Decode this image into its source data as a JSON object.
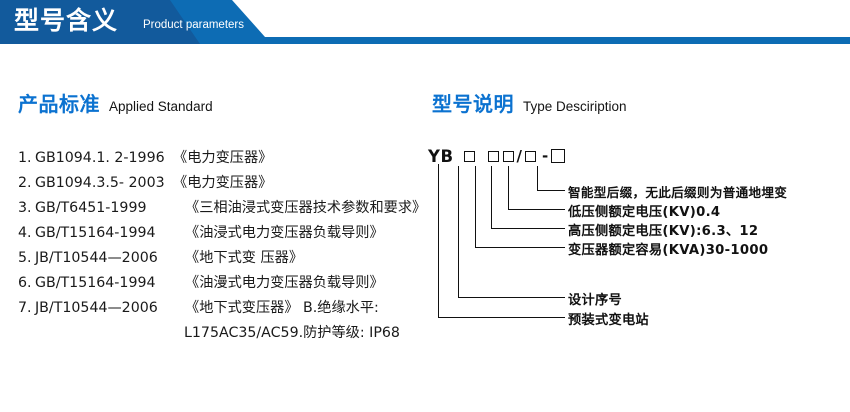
{
  "banner": {
    "title_cn": "型号含义",
    "title_en": "Product parameters",
    "color_dark": "#125a9c",
    "color_mid": "#0d6cb4",
    "color_bar": "#0d6cb4"
  },
  "left_section": {
    "title_cn": "产品标准",
    "title_en": "Applied Standard",
    "accent_color": "#0b72d0",
    "items": [
      {
        "num": "1.",
        "code": "GB1094.1. 2-1996",
        "name": "《电力变压器》",
        "width": "w-a"
      },
      {
        "num": "2.",
        "code": "GB1094.3.5- 2003",
        "name": "《电力变压器》",
        "width": "w-a"
      },
      {
        "num": "3.",
        "code": "GB/T6451-1999",
        "name": "《三相油浸式变压器技术参数和要求》",
        "width": "w-b"
      },
      {
        "num": "4.",
        "code": "GB/T15164-1994",
        "name": "《油浸式电力变压器负载导则》",
        "width": "w-b"
      },
      {
        "num": "5.",
        "code": "JB/T10544—2006",
        "name": "《地下式变 压器》",
        "width": "w-b"
      },
      {
        "num": "6.",
        "code": "GB/T15164-1994",
        "name": "《油漫式电力变压器负载导则》",
        "width": "w-b"
      },
      {
        "num": "7.",
        "code": "JB/T10544—2006",
        "name": "《地下式变压器》 B.绝缘水平:",
        "width": "w-b"
      }
    ],
    "continuation": "L175AC35/AC59.防护等级: IP68"
  },
  "right_section": {
    "title_cn": "型号说明",
    "title_en": "Type Desciription",
    "accent_color": "#0b72d0",
    "model_code": {
      "prefix": "YB",
      "slash": "/",
      "dash": "-",
      "box_count_before_slash": 3,
      "box_after_slash": 1,
      "box_after_dash": 1
    },
    "annotations": [
      {
        "id": "smart-suffix",
        "text": "智能型后缀，无此后缀则为普通地埋变"
      },
      {
        "id": "lv-voltage",
        "text": "低压侧额定电压(KV)0.4"
      },
      {
        "id": "hv-voltage",
        "text": "高压侧额定电压(KV):6.3、12"
      },
      {
        "id": "capacity",
        "text": "变压器额定容易(KVA)30-1000"
      },
      {
        "id": "design-serial",
        "text": "设计序号"
      },
      {
        "id": "substation",
        "text": "预装式变电站"
      }
    ]
  }
}
